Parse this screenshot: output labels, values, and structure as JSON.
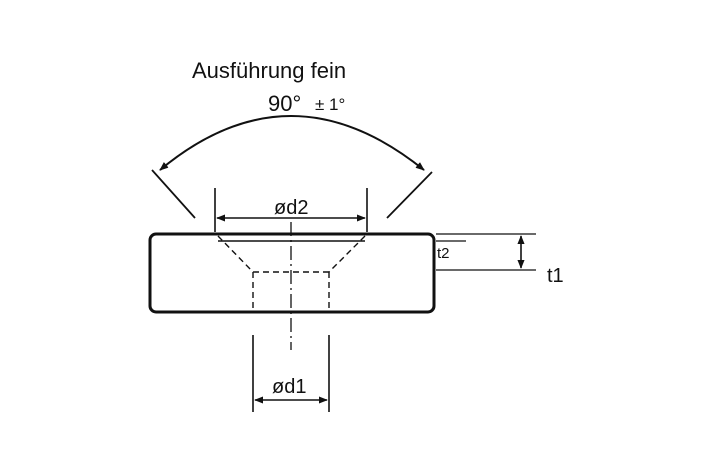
{
  "labels": {
    "title": "Ausführung fein",
    "angle_value": "90°",
    "angle_tolerance": "± 1°",
    "diameter_d2": "ød2",
    "diameter_d1": "ød1",
    "depth_t2": "t2",
    "thickness_t1": "t1"
  },
  "colors": {
    "line": "#111111",
    "background": "#ffffff"
  }
}
